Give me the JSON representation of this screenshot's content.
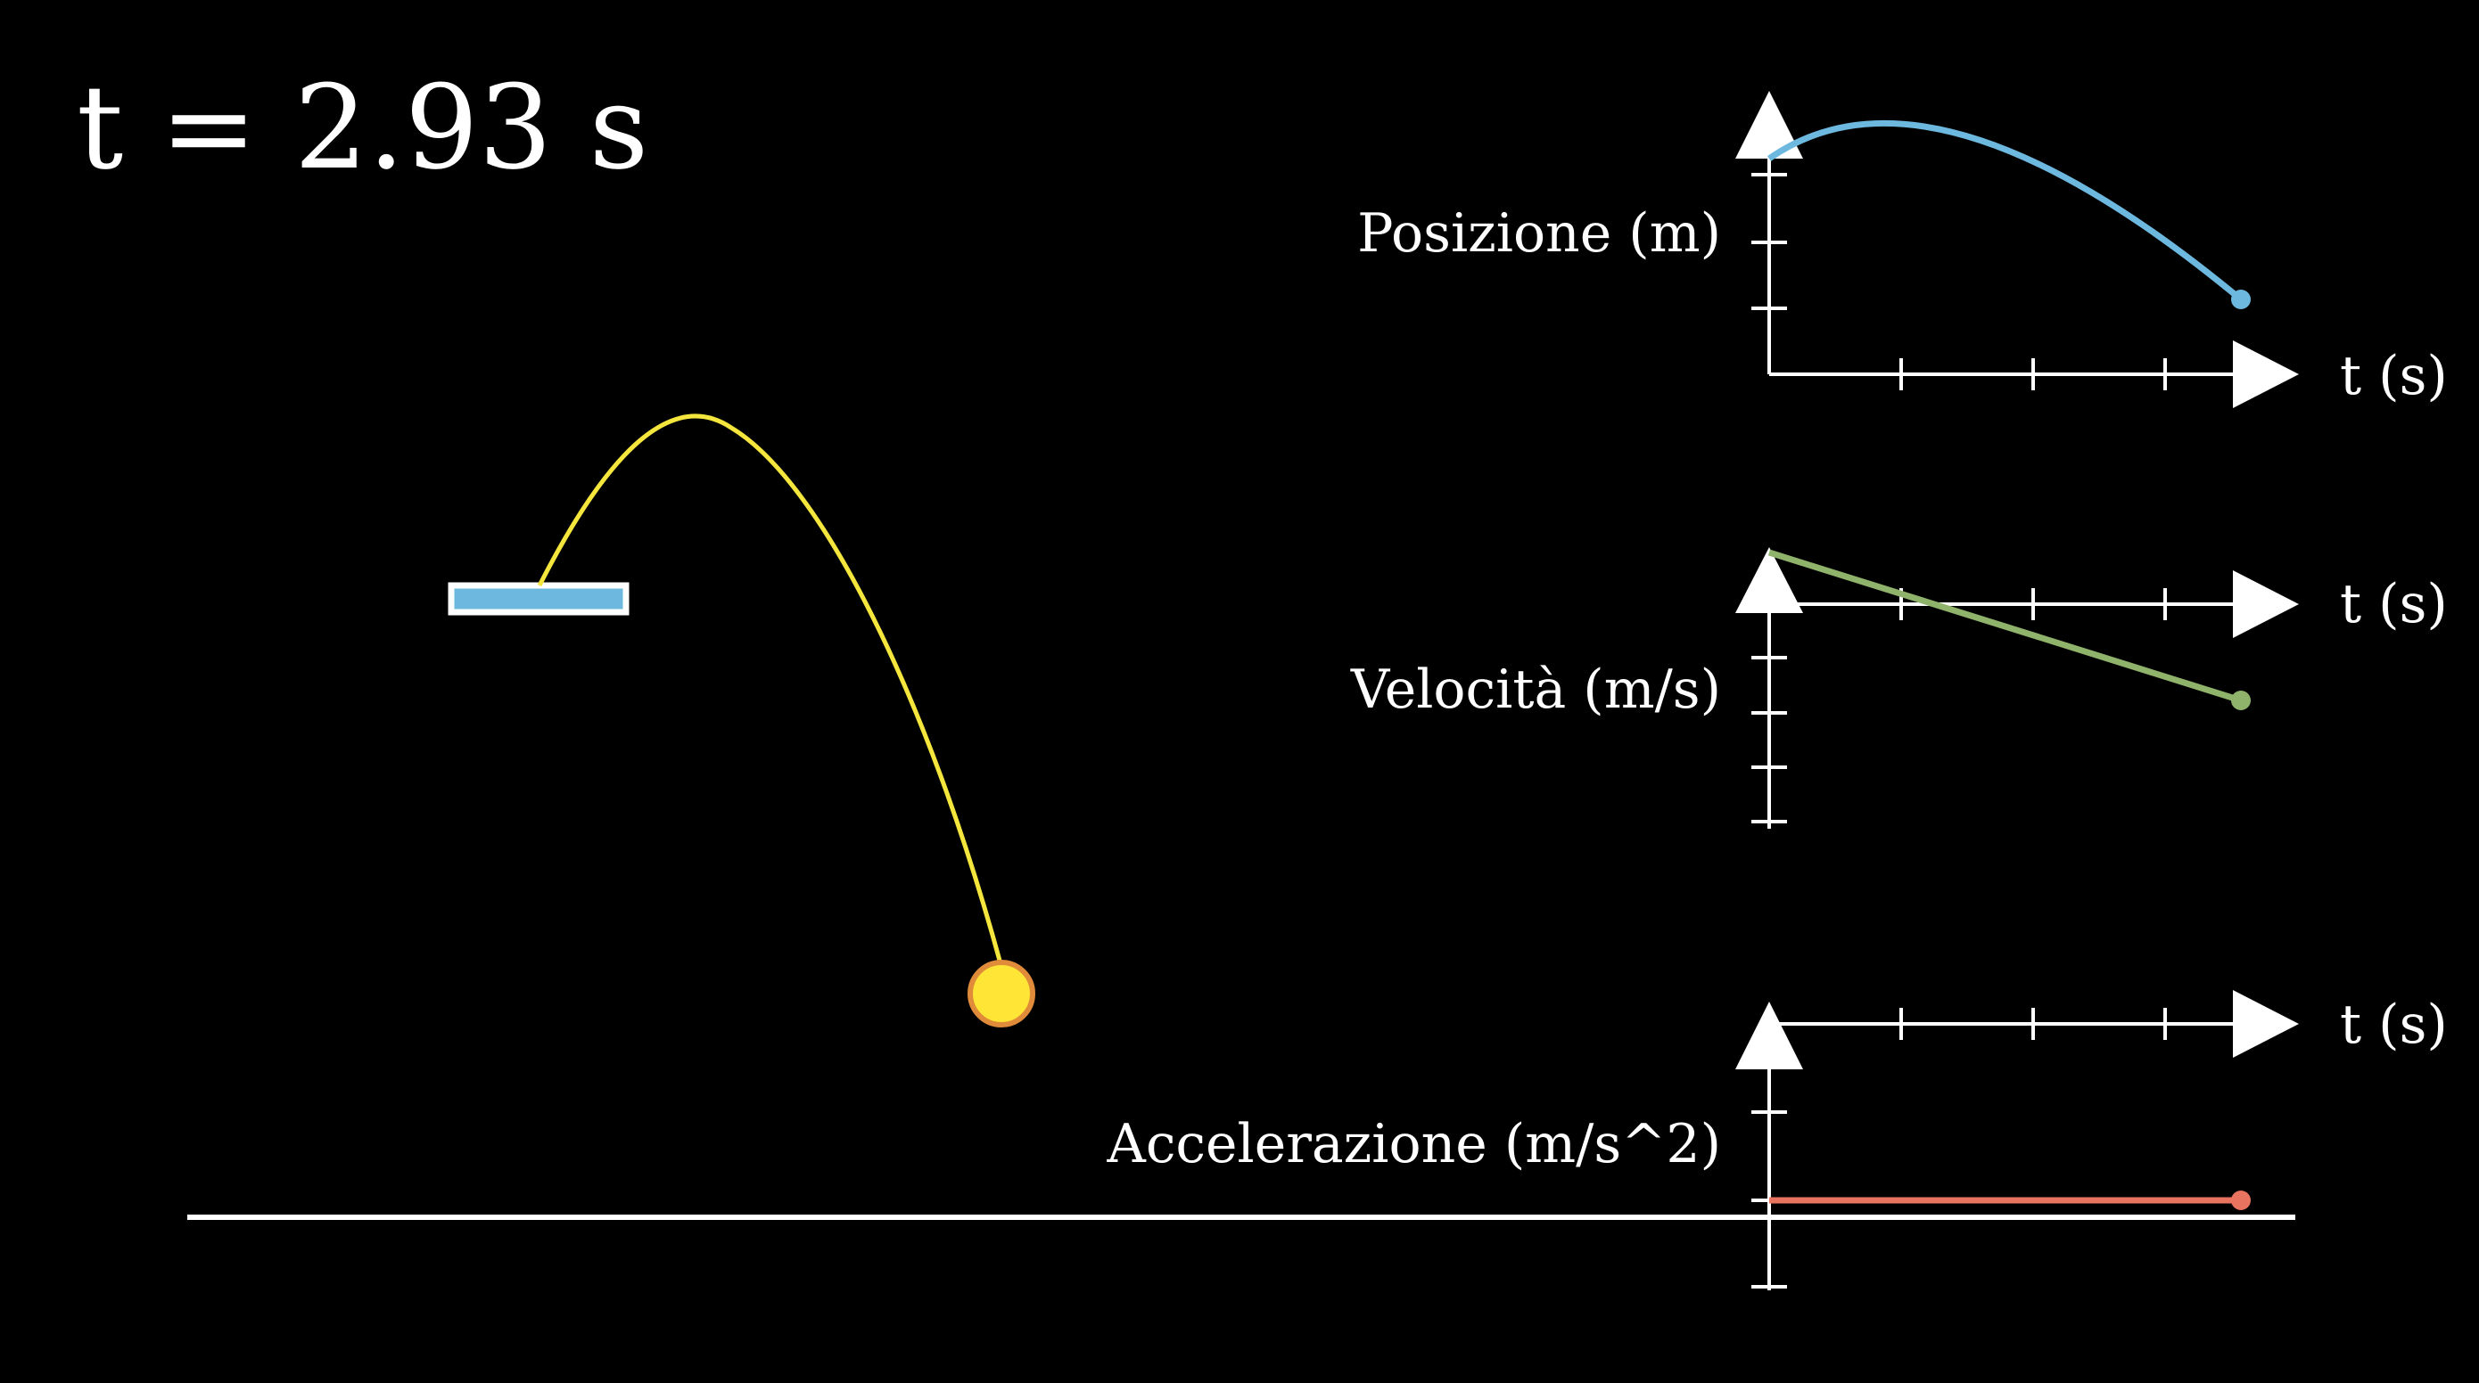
{
  "time_readout": "t = 2.93 s",
  "colors": {
    "background": "#000000",
    "axis": "#ffffff",
    "position_curve": "#6db8df",
    "velocity_curve": "#8fb36a",
    "acceleration_curve": "#e8735f",
    "trajectory": "#f5e63d",
    "ball_fill": "#ffe535",
    "ball_stroke": "#e08b3a",
    "platform_fill": "#6db8df",
    "platform_stroke": "#ffffff",
    "ground": "#ffffff"
  },
  "graphs": {
    "position": {
      "ylabel": "Posizione (m)",
      "xlabel": "t (s)"
    },
    "velocity": {
      "ylabel": "Velocità (m/s)",
      "xlabel": "t (s)"
    },
    "acceleration": {
      "ylabel": "Accelerazione (m/s^2)",
      "xlabel": "t (s)"
    }
  }
}
